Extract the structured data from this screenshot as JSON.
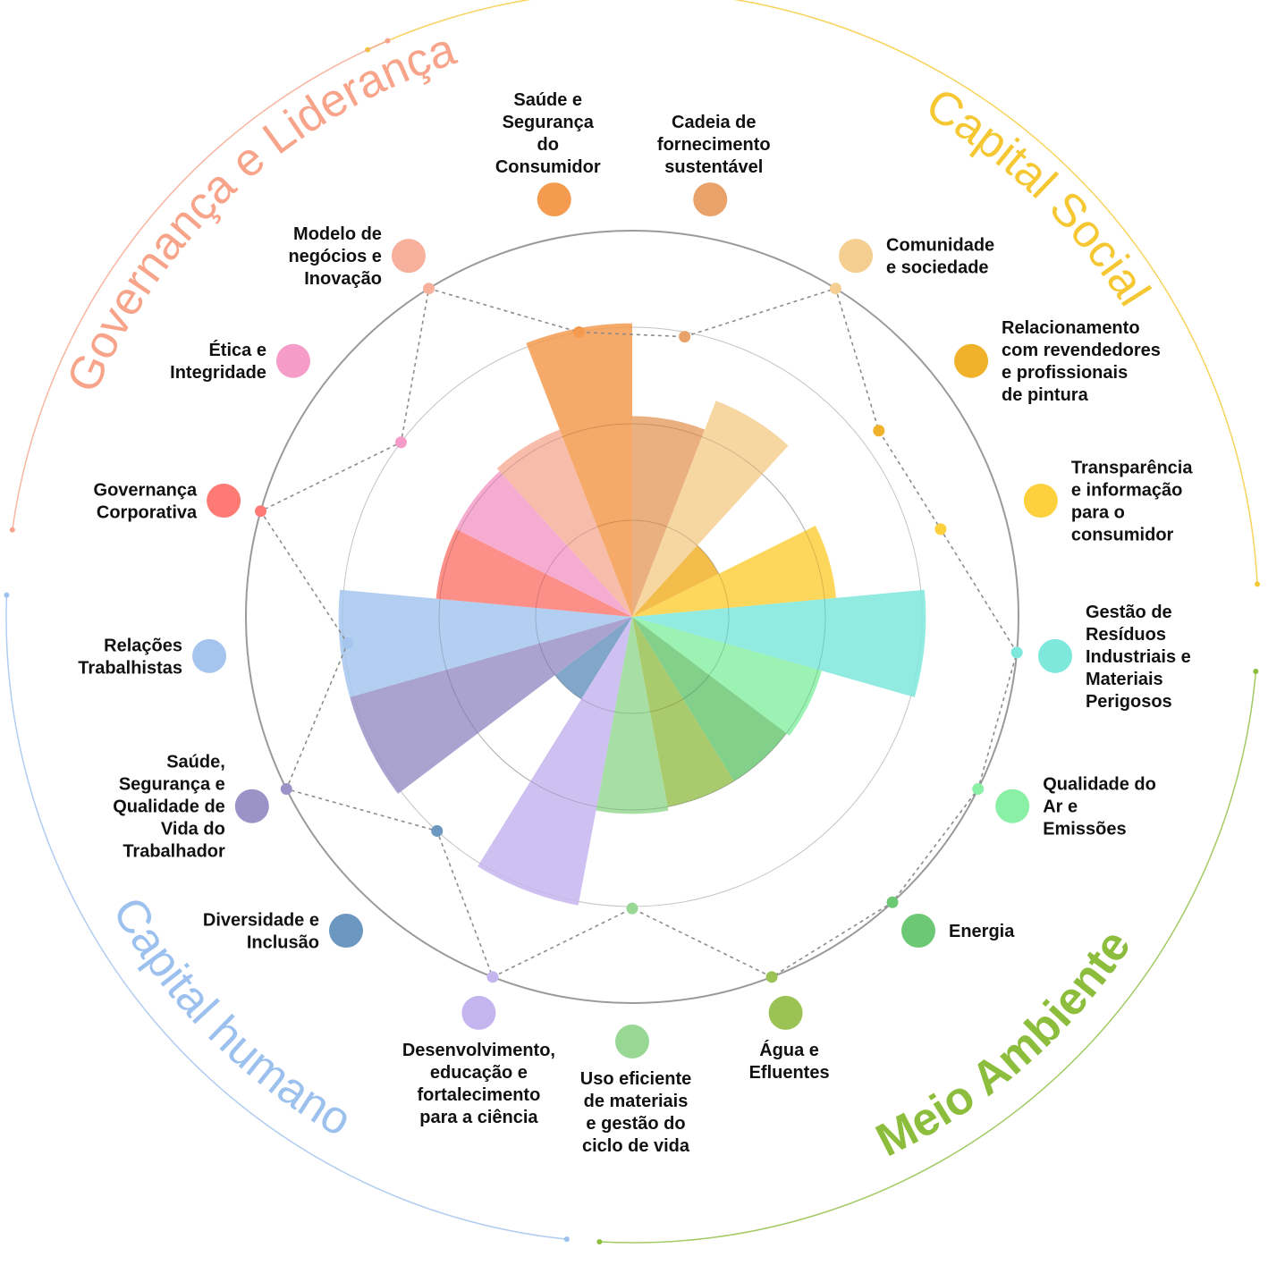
{
  "chart_data": {
    "type": "polar-area",
    "title": "",
    "groups": [
      {
        "name": "Capital Social",
        "color": "#f5c833"
      },
      {
        "name": "Meio Ambiente",
        "color": "#8cbd3c"
      },
      {
        "name": "Capital humano",
        "color": "#9cc1ee"
      },
      {
        "name": "Governança e Liderança",
        "color": "#f7a48a"
      }
    ],
    "topics": [
      {
        "label": "Cadeia de fornecimento sustentável",
        "lines": [
          "Cadeia de",
          "fornecimento",
          "sustentável"
        ],
        "group": "Capital Social",
        "color": "#e8a26a",
        "value": 0.52,
        "marker": 0.738
      },
      {
        "label": "Comunidade e sociedade",
        "lines": [
          "Comunidade",
          "e sociedade"
        ],
        "group": "Capital Social",
        "color": "#f5cf91",
        "value": 0.6,
        "marker": 1.0
      },
      {
        "label": "Relacionamento com revendedores e profissionais de pintura",
        "lines": [
          "Relacionamento",
          "com revendedores",
          "e profissionais",
          "de pintura"
        ],
        "group": "Capital Social",
        "color": "#f0b12b",
        "value": 0.25,
        "marker": 0.8
      },
      {
        "label": "Transparência e informação para o consumidor",
        "lines": [
          "Transparência",
          "e informação",
          "para o",
          "consumidor"
        ],
        "group": "Capital Social",
        "color": "#fdd03e",
        "value": 0.53,
        "marker": 0.83
      },
      {
        "label": "Gestão de Resíduos Industriais e Materiais Perigosos",
        "lines": [
          "Gestão de",
          "Resíduos",
          "Industriais e",
          "Materiais",
          "Perigosos"
        ],
        "group": "Meio Ambiente",
        "color": "#7ee8dc",
        "value": 0.76,
        "marker": 1.0
      },
      {
        "label": "Qualidade do Ar e Emissões",
        "lines": [
          "Qualidade do",
          "Ar e",
          "Emissões"
        ],
        "group": "Meio Ambiente",
        "color": "#8af0a6",
        "value": 0.51,
        "marker": 1.0
      },
      {
        "label": "Energia",
        "lines": [
          "Energia"
        ],
        "group": "Meio Ambiente",
        "color": "#6cc874",
        "value": 0.5,
        "marker": 1.0
      },
      {
        "label": "Água e Efluentes",
        "lines": [
          "Água e",
          "Efluentes"
        ],
        "group": "Meio Ambiente",
        "color": "#9bc254",
        "value": 0.5,
        "marker": 1.0
      },
      {
        "label": "Uso eficiente de materiais e gestão do ciclo de vida",
        "lines": [
          "Uso eficiente",
          "de materiais",
          "e gestão do",
          "ciclo de vida"
        ],
        "group": "Meio Ambiente",
        "color": "#98d894",
        "value": 0.51,
        "marker": 0.755
      },
      {
        "label": "Desenvolvimento, educação e fortalecimento para a ciência",
        "lines": [
          "Desenvolvimento,",
          "educação e",
          "fortalecimento",
          "para a ciência"
        ],
        "group": "Capital humano",
        "color": "#c5b5ef",
        "value": 0.76,
        "marker": 1.0
      },
      {
        "label": "Diversidade e Inclusão",
        "lines": [
          "Diversidade e",
          "Inclusão"
        ],
        "group": "Capital humano",
        "color": "#6c97c0",
        "value": 0.25,
        "marker": 0.75
      },
      {
        "label": "Saúde, Segurança e Qualidade de Vida do Trabalhador",
        "lines": [
          "Saúde,",
          "Segurança e",
          "Qualidade de",
          "Vida do",
          "Trabalhador"
        ],
        "group": "Capital humano",
        "color": "#9b93c8",
        "value": 0.76,
        "marker": 1.0
      },
      {
        "label": "Relações Trabalhistas",
        "lines": [
          "Relações",
          "Trabalhistas"
        ],
        "group": "Capital humano",
        "color": "#a5c5ee",
        "value": 0.76,
        "marker": 0.74
      },
      {
        "label": "Governança Corporativa",
        "lines": [
          "Governança",
          "Corporativa"
        ],
        "group": "Governança e Liderança",
        "color": "#fd7b74",
        "value": 0.51,
        "marker": 1.0
      },
      {
        "label": "Ética e Integridade",
        "lines": [
          "Ética e",
          "Integridade"
        ],
        "group": "Governança e Liderança",
        "color": "#f59dc8",
        "value": 0.51,
        "marker": 0.75
      },
      {
        "label": "Modelo de negócios e Inovação",
        "lines": [
          "Modelo de",
          "negócios e",
          "Inovação"
        ],
        "group": "Governança e Liderança",
        "color": "#f7b09c",
        "value": 0.52,
        "marker": 1.0
      },
      {
        "label": "Saúde e Segurança do Consumidor",
        "lines": [
          "Saúde e",
          "Segurança",
          "do",
          "Consumidor"
        ],
        "group": "Governança e Liderança",
        "color": "#f59b4f",
        "value": 0.76,
        "marker": 0.75
      }
    ],
    "rings": [
      0.25,
      0.5,
      0.75,
      1.0
    ],
    "grid": true,
    "legend": "none"
  }
}
